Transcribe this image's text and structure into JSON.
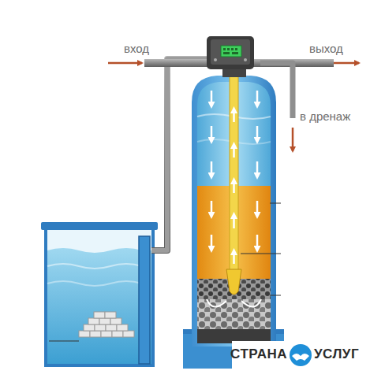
{
  "diagram": {
    "labels": [
      "вход",
      "выход",
      "в дренаж",
      "СТРАНА",
      "УСЛУГ"
    ]
  }
}
